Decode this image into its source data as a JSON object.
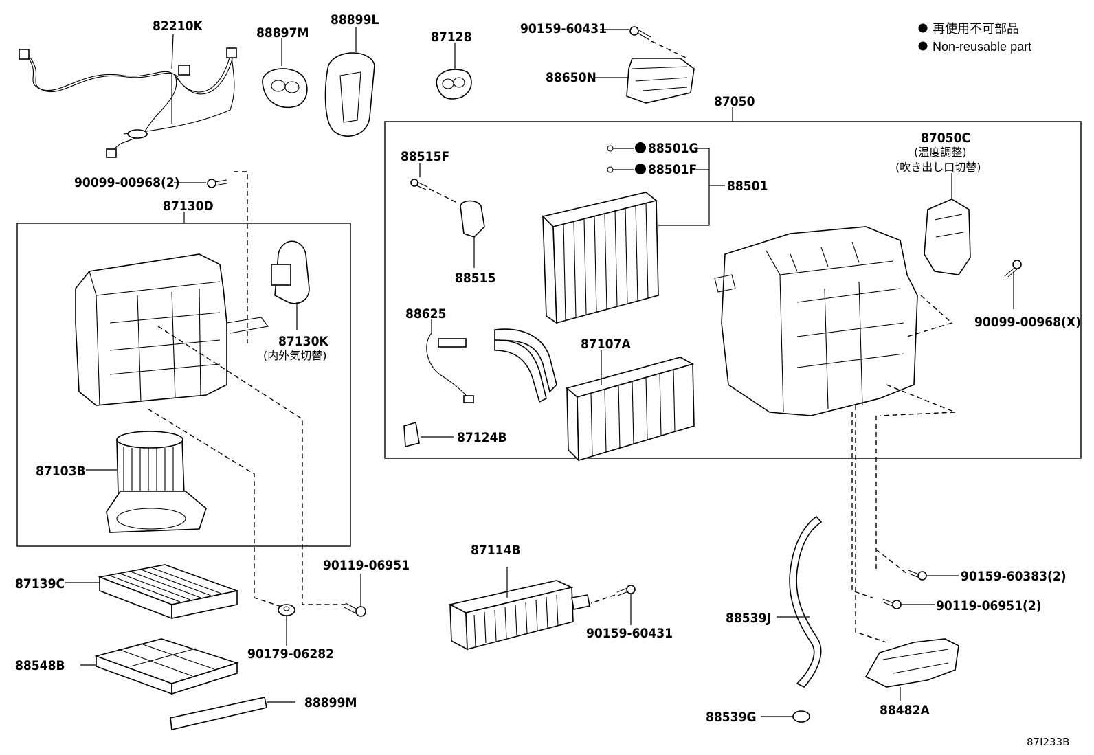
{
  "legend": {
    "items": [
      {
        "bullet": "●",
        "text": "再使用不可部品"
      },
      {
        "bullet": "●",
        "text": "Non-reusable part"
      }
    ]
  },
  "diagram_id": "87I233B",
  "labels": {
    "p82210K": "82210K",
    "p88897M": "88897M",
    "p88899L": "88899L",
    "p87128": "87128",
    "p90159_60431_top": "90159-60431",
    "p88650N": "88650N",
    "p87050": "87050",
    "p87050C": "87050C",
    "p87050C_note1": "(温度調整)",
    "p87050C_note2": "(吹き出し口切替)",
    "p90099_00968_2": "90099-00968(2)",
    "p87130D": "87130D",
    "p87130K": "87130K",
    "p87130K_note": "(内外気切替)",
    "p88515F": "88515F",
    "p88501G": "88501G",
    "p88501F": "88501F",
    "p88501": "88501",
    "p88515": "88515",
    "p88625": "88625",
    "p87107A": "87107A",
    "p87124B": "87124B",
    "p90099_00968_X": "90099-00968(X)",
    "p87103B": "87103B",
    "p87139C": "87139C",
    "p90119_06951_mid": "90119-06951",
    "p90179_06282": "90179-06282",
    "p88548B": "88548B",
    "p88899M": "88899M",
    "p87114B": "87114B",
    "p90159_60431_mid": "90159-60431",
    "p88539J": "88539J",
    "p88539G": "88539G",
    "p88482A": "88482A",
    "p90159_60383_2": "90159-60383(2)",
    "p90119_06951_2": "90119-06951(2)",
    "bullet": "●"
  }
}
